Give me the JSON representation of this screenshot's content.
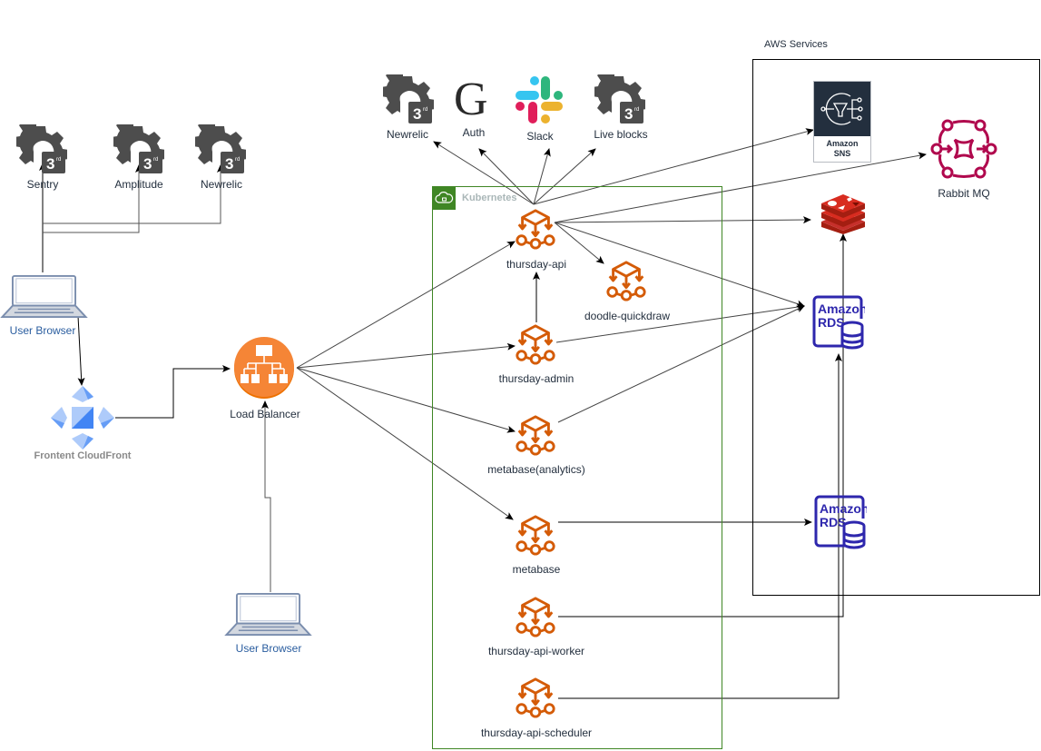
{
  "diagram": {
    "containers": {
      "kubernetes": {
        "label": "Kubernetes",
        "color": "#3f8624"
      },
      "aws": {
        "label": "AWS Services",
        "color": "#000000"
      }
    },
    "third_party_left": [
      {
        "id": "sentry",
        "label": "Sentry",
        "icon": "third-party-gear-icon"
      },
      {
        "id": "amplitude",
        "label": "Amplitude",
        "icon": "third-party-gear-icon"
      },
      {
        "id": "newrelic-left",
        "label": "Newrelic",
        "icon": "third-party-gear-icon"
      }
    ],
    "third_party_top": [
      {
        "id": "newrelic-top",
        "label": "Newrelic",
        "icon": "third-party-gear-icon"
      },
      {
        "id": "auth",
        "label": "Auth",
        "icon": "google-g-icon"
      },
      {
        "id": "slack",
        "label": "Slack",
        "icon": "slack-icon"
      },
      {
        "id": "liveblocks",
        "label": "Live blocks",
        "icon": "third-party-gear-icon"
      }
    ],
    "clients": [
      {
        "id": "browser-top",
        "label": "User Browser",
        "icon": "laptop-icon"
      },
      {
        "id": "browser-bottom",
        "label": "User Browser",
        "icon": "laptop-icon"
      }
    ],
    "cdn": {
      "label": "Frontent CloudFront",
      "icon": "cloudfront-icon"
    },
    "load_balancer": {
      "label": "Load Balancer",
      "icon": "load-balancer-icon",
      "color": "#ed7100"
    },
    "services": [
      {
        "id": "thursday-api",
        "label": "thursday-api"
      },
      {
        "id": "doodle-quickdraw",
        "label": "doodle-quickdraw"
      },
      {
        "id": "thursday-admin",
        "label": "thursday-admin"
      },
      {
        "id": "metabase-analytics",
        "label": "metabase(analytics)"
      },
      {
        "id": "metabase",
        "label": "metabase"
      },
      {
        "id": "thursday-api-worker",
        "label": "thursday-api-worker"
      },
      {
        "id": "thursday-api-scheduler",
        "label": "thursday-api-scheduler"
      }
    ],
    "service_icon_color": "#d45b07",
    "aws_services": {
      "sns": {
        "label_line1": "Amazon",
        "label_line2": "SNS",
        "icon": "sns-icon"
      },
      "rabbitmq": {
        "label": "Rabbit MQ",
        "icon": "rabbitmq-icon",
        "color": "#b0084d"
      },
      "redis": {
        "label": "",
        "icon": "redis-icon",
        "color": "#c6302b"
      },
      "rds_main": {
        "label_line1": "Amazon",
        "label_line2": "RDS",
        "icon": "rds-icon",
        "color": "#2e27ad"
      },
      "rds_metabase": {
        "label_line1": "Amazon",
        "label_line2": "RDS",
        "icon": "rds-icon",
        "color": "#2e27ad"
      }
    },
    "edges": [
      {
        "from": "browser-top",
        "to": "sentry"
      },
      {
        "from": "browser-top",
        "to": "amplitude"
      },
      {
        "from": "browser-top",
        "to": "newrelic-left"
      },
      {
        "from": "browser-top",
        "to": "cdn"
      },
      {
        "from": "cdn",
        "to": "load-balancer"
      },
      {
        "from": "browser-bottom",
        "to": "load-balancer"
      },
      {
        "from": "load-balancer",
        "to": "thursday-api"
      },
      {
        "from": "load-balancer",
        "to": "thursday-admin"
      },
      {
        "from": "load-balancer",
        "to": "metabase-analytics"
      },
      {
        "from": "load-balancer",
        "to": "metabase"
      },
      {
        "from": "thursday-admin",
        "to": "thursday-api"
      },
      {
        "from": "thursday-api",
        "to": "doodle-quickdraw"
      },
      {
        "from": "thursday-api",
        "to": "newrelic-top"
      },
      {
        "from": "thursday-api",
        "to": "auth"
      },
      {
        "from": "thursday-api",
        "to": "slack"
      },
      {
        "from": "thursday-api",
        "to": "liveblocks"
      },
      {
        "from": "thursday-api",
        "to": "sns"
      },
      {
        "from": "thursday-api",
        "to": "rabbitmq"
      },
      {
        "from": "thursday-api",
        "to": "redis"
      },
      {
        "from": "thursday-api",
        "to": "rds_main"
      },
      {
        "from": "thursday-admin",
        "to": "rds_main"
      },
      {
        "from": "metabase-analytics",
        "to": "rds_main"
      },
      {
        "from": "metabase",
        "to": "rds_metabase"
      },
      {
        "from": "thursday-api-worker",
        "to": "redis"
      },
      {
        "from": "thursday-api-scheduler",
        "to": "rds_main"
      }
    ]
  }
}
